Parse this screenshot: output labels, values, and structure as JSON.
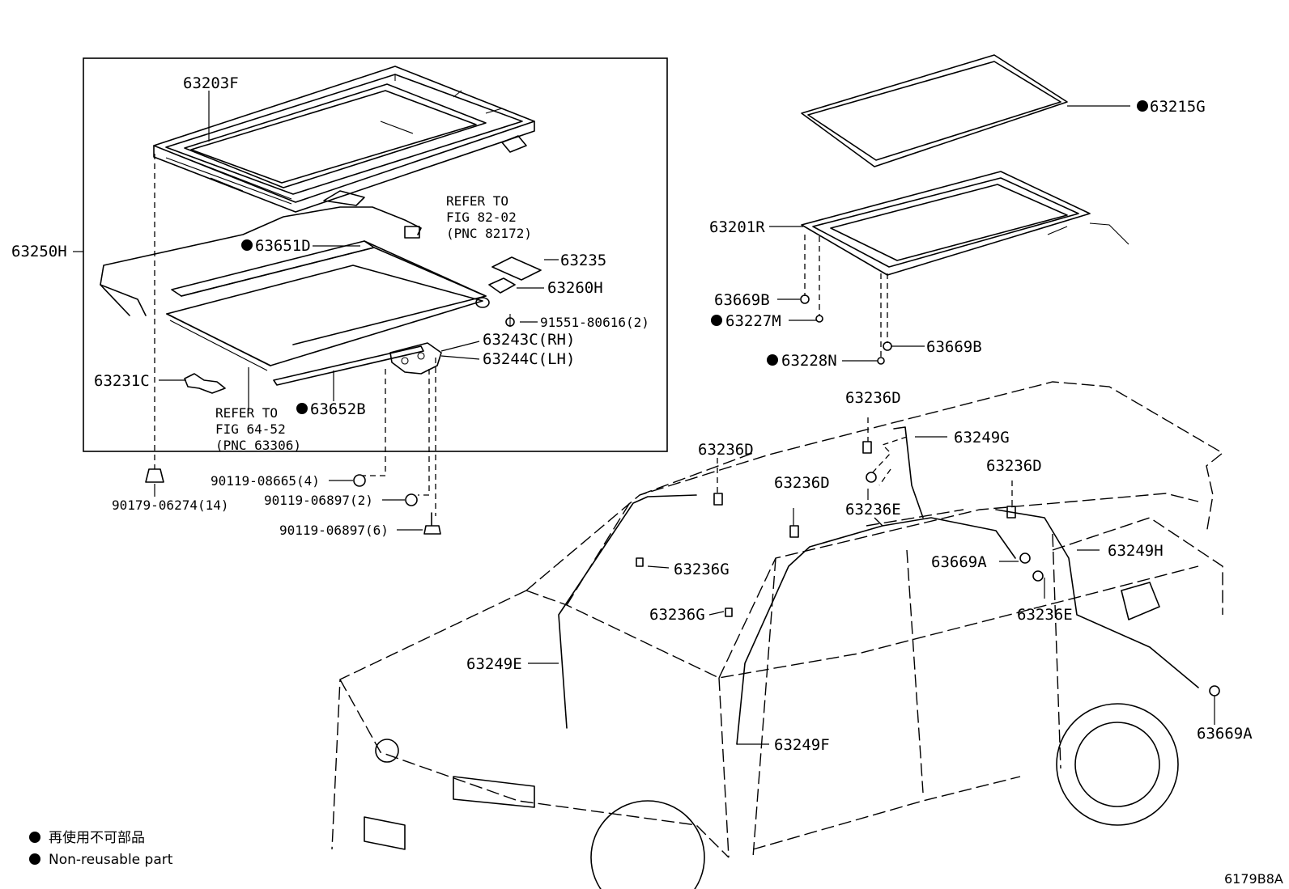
{
  "parts": {
    "p63203F": "63203F",
    "p63250H": "63250H",
    "p63651D": "63651D",
    "p63235": "63235",
    "p63260H": "63260H",
    "p91551": "91551-80616(2)",
    "p63243C": "63243C(RH)",
    "p63244C": "63244C(LH)",
    "p63231C": "63231C",
    "p63652B": "63652B",
    "p90119_08665": "90119-08665(4)",
    "p90119_06897_2": "90119-06897(2)",
    "p90119_06897_6": "90119-06897(6)",
    "p90179": "90179-06274(14)",
    "p63215G": "63215G",
    "p63201R": "63201R",
    "p63669B_1": "63669B",
    "p63227M": "63227M",
    "p63228N": "63228N",
    "p63669B_2": "63669B",
    "p63236D_1": "63236D",
    "p63236D_2": "63236D",
    "p63236D_3": "63236D",
    "p63236D_4": "63236D",
    "p63249G": "63249G",
    "p63236E_1": "63236E",
    "p63236E_2": "63236E",
    "p63669A_1": "63669A",
    "p63669A_2": "63669A",
    "p63249H": "63249H",
    "p63236G_1": "63236G",
    "p63236G_2": "63236G",
    "p63249E": "63249E",
    "p63249F": "63249F"
  },
  "refer_notes": {
    "fig82": {
      "line1": "REFER TO",
      "line2": "FIG 82-02",
      "line3": "(PNC 82172)"
    },
    "fig64": {
      "line1": "REFER TO",
      "line2": "FIG 64-52",
      "line3": "(PNC 63306)"
    }
  },
  "legend": {
    "japanese": "再使用不可部品",
    "english": "Non-reusable part"
  },
  "figure_code": "6179B8A"
}
